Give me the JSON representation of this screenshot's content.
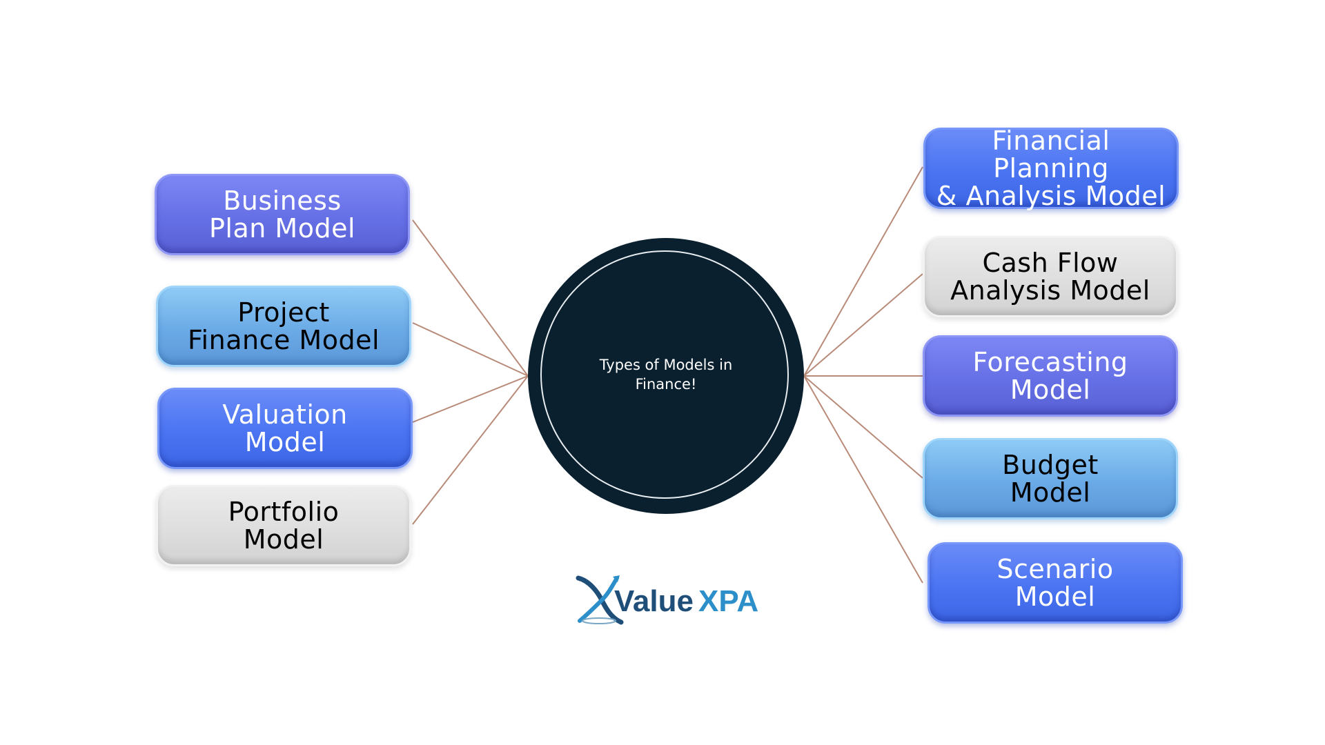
{
  "hub": {
    "label": "Types of Models in Finance!"
  },
  "left_nodes": [
    {
      "label": "Business\nPlan Model",
      "style": "indigo"
    },
    {
      "label": "Project\nFinance Model",
      "style": "sky"
    },
    {
      "label": "Valuation\nModel",
      "style": "blue"
    },
    {
      "label": "Portfolio\nModel",
      "style": "gray"
    }
  ],
  "right_nodes": [
    {
      "label": "Financial Planning\n& Analysis Model",
      "style": "blue"
    },
    {
      "label": "Cash Flow\nAnalysis Model",
      "style": "gray"
    },
    {
      "label": "Forecasting\nModel",
      "style": "indigo"
    },
    {
      "label": "Budget\nModel",
      "style": "sky"
    },
    {
      "label": "Scenario\nModel",
      "style": "blue"
    }
  ],
  "logo": {
    "text_main": "Value",
    "text_accent": "XPA"
  },
  "colors": {
    "connector": "#b88a78",
    "hub": "#0b202e",
    "logo_dark": "#1f4e79",
    "logo_light": "#2c8fc9"
  }
}
